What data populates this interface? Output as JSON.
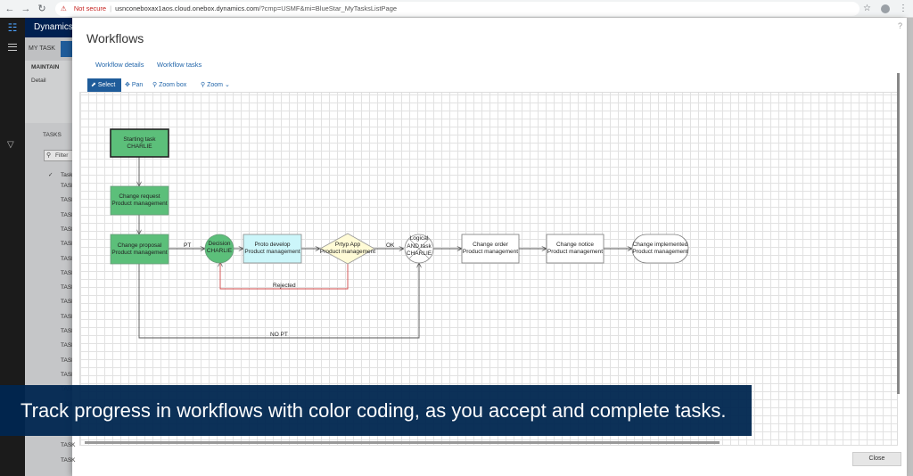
{
  "browser": {
    "security": "Not secure",
    "url_host": "usnconeboxax1aos.cloud.onebox.dynamics.com",
    "url_path": "/?cmp=USMF&mi=BlueStar_MyTasksListPage",
    "back_icon": "arrow-left-icon",
    "forward_icon": "arrow-right-icon",
    "reload_icon": "reload-icon"
  },
  "app": {
    "title": "Dynamics",
    "tab": "MY TASK",
    "maintain": "MAINTAIN",
    "detail": "Detail",
    "tasks_header": "TASKS",
    "filter_placeholder": "Filter",
    "task_column": "Task",
    "task_rows": [
      "TASK",
      "TASK",
      "TASK",
      "TASK",
      "TASK",
      "TASK",
      "TASK",
      "TASK",
      "TASK",
      "TASK",
      "TASK",
      "TASK",
      "TASK",
      "TASK",
      "TASK",
      "TASK"
    ],
    "tail_rows": [
      "TASK",
      "TASK"
    ]
  },
  "dialog": {
    "title": "Workflows",
    "help": "?",
    "tabs": [
      "Workflow details",
      "Workflow tasks"
    ],
    "toolbar": {
      "select": "Select",
      "pan": "Pan",
      "zoom_box": "Zoom box",
      "zoom": "Zoom"
    },
    "close": "Close"
  },
  "workflow": {
    "colors": {
      "completed": "#5cbf7a",
      "in_progress": "#ccf6fa",
      "pending_decision": "#fffbd6",
      "default": "#ffffff",
      "rejected_line": "#d24a4a"
    },
    "nodes": [
      {
        "id": "start",
        "line1": "Starting task",
        "line2": "CHARLIE"
      },
      {
        "id": "change-request",
        "line1": "Change request",
        "line2": "Product management"
      },
      {
        "id": "change-proposal",
        "line1": "Change proposal",
        "line2": "Product management"
      },
      {
        "id": "decision",
        "line1": "Decision",
        "line2": "CHARLIE"
      },
      {
        "id": "proto-develop",
        "line1": "Proto develop",
        "line2": "Product management"
      },
      {
        "id": "prtyp-app",
        "line1": "Prtyp App",
        "line2": "Product management"
      },
      {
        "id": "logical-and",
        "line1": "Logical",
        "line2": "AND task",
        "line3": "CHARLIE"
      },
      {
        "id": "change-order",
        "line1": "Change order",
        "line2": "Product management"
      },
      {
        "id": "change-notice",
        "line1": "Change notice",
        "line2": "Product management"
      },
      {
        "id": "change-implemented",
        "line1": "Change implemented",
        "line2": "Product management"
      }
    ],
    "edge_labels": {
      "pt": "PT",
      "ok": "OK",
      "rejected": "Rejected",
      "no_pt": "NO PT"
    }
  },
  "caption": "Track progress in workflows with color coding, as you accept and complete tasks."
}
